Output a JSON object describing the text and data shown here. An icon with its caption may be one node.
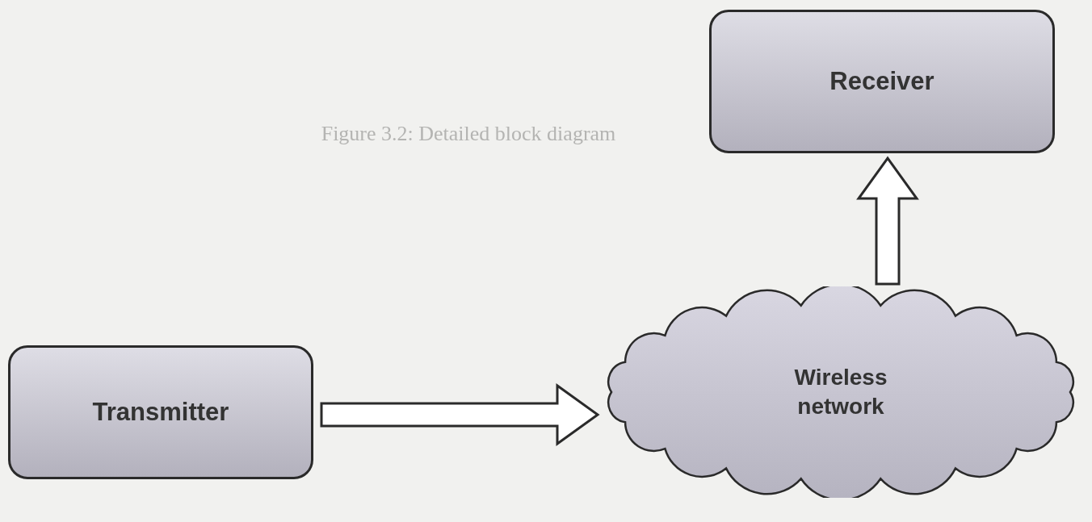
{
  "diagram": {
    "nodes": [
      {
        "text": [
          "Receiver"
        ]
      },
      {
        "text": [
          "Wireless network"
        ]
      },
      {
        "text": [
          "Transmitter"
        ]
      }
    ],
    "edges": [
      {
        "from": 2,
        "to": 1,
        "arrow": "to"
      },
      {
        "from": 1,
        "to": 0,
        "arrow": "to"
      }
    ],
    "labels": [
      "Figure 3.2: Detailed block diagram"
    ]
  }
}
